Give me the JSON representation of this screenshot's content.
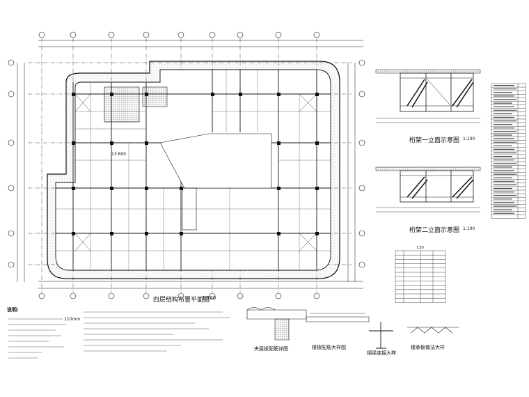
{
  "plan": {
    "title": "四层结构布置平面图",
    "scale": "1:100",
    "room_label": "13.600"
  },
  "elevation_one": {
    "title": "桁架一立面示意图",
    "scale": "1:100"
  },
  "elevation_two": {
    "title": "桁架二立面示意图",
    "scale": "1:100"
  },
  "notes": {
    "heading": "说明:",
    "slab_label": "110mm"
  },
  "details": [
    {
      "title": "夹层板配筋详图"
    },
    {
      "title": "楼板配筋大样图"
    },
    {
      "title": "钢梁连接大样"
    },
    {
      "title": "楼承板做法大样"
    }
  ],
  "level_table": {
    "header": "C30"
  },
  "colors": {
    "line": "#111111",
    "hatch": "#888888",
    "background": "#ffffff"
  }
}
